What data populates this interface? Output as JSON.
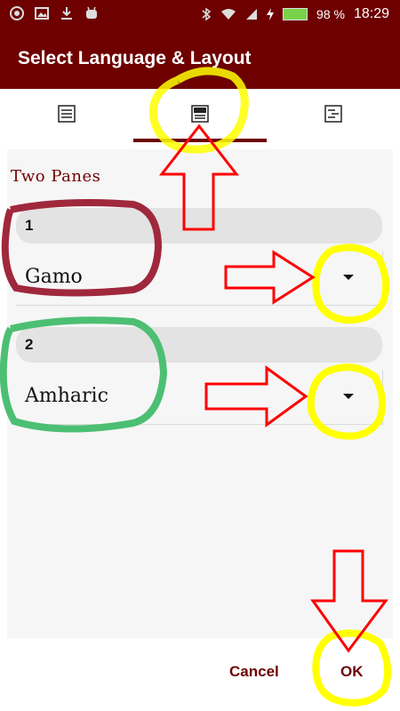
{
  "status_bar": {
    "battery_percent": "98 %",
    "time": "18:29",
    "icons": [
      "app-icon",
      "image-icon",
      "download-icon",
      "android-icon",
      "bluetooth-icon",
      "wifi-icon",
      "signal-icon",
      "charging-icon",
      "battery-icon"
    ]
  },
  "app_bar": {
    "title": "Select Language & Layout"
  },
  "tabs": [
    {
      "icon": "single-document-icon",
      "selected": false
    },
    {
      "icon": "two-panes-icon",
      "selected": true
    },
    {
      "icon": "alternate-layout-icon",
      "selected": false
    }
  ],
  "section": {
    "title": "Two  Panes"
  },
  "panes": [
    {
      "number": "1",
      "language": "Gamo"
    },
    {
      "number": "2",
      "language": "Amharic"
    }
  ],
  "buttons": {
    "cancel": "Cancel",
    "ok": "OK"
  },
  "colors": {
    "primary": "#6e0000",
    "highlight_yellow": "#ffff00",
    "arrow_red": "#ff0000",
    "marker_maroon": "#a0283c",
    "marker_green": "#4cbf73"
  }
}
